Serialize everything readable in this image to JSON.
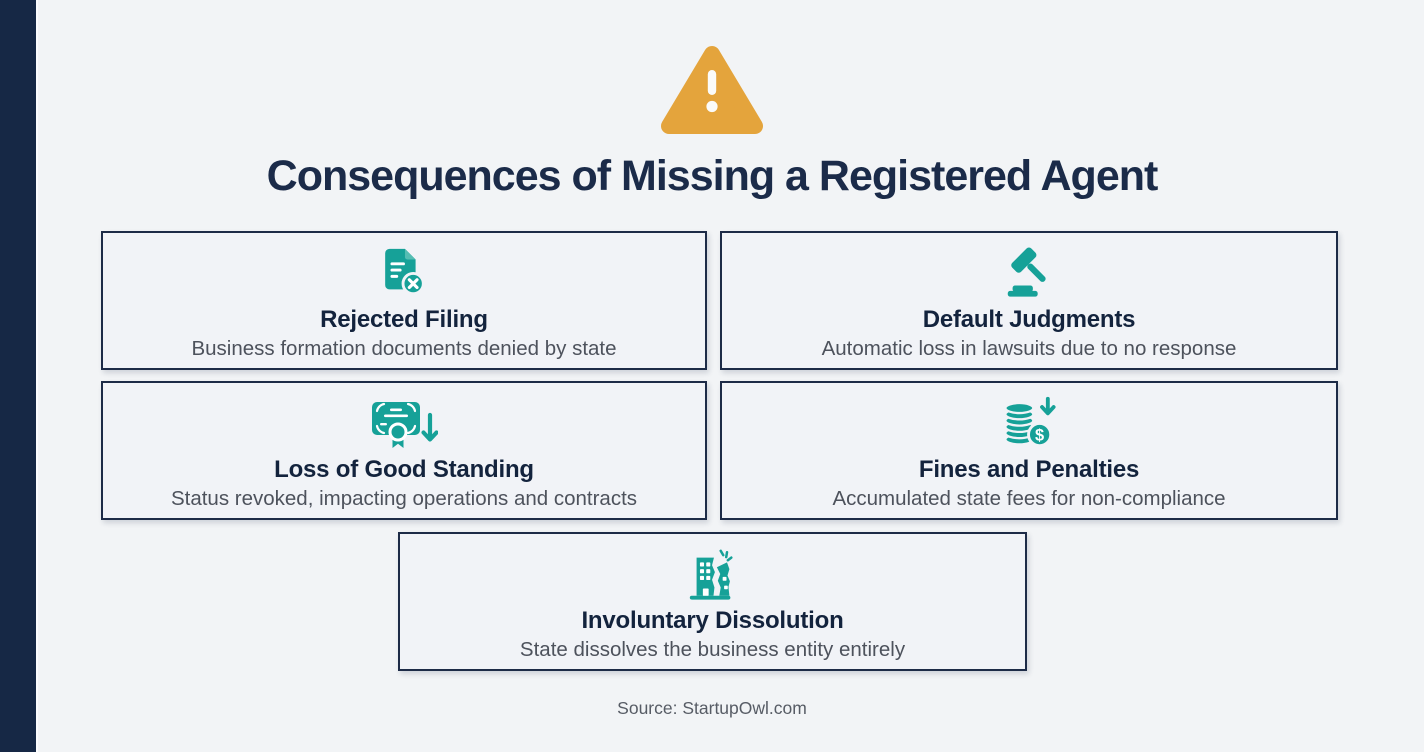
{
  "colors": {
    "background": "#f2f4f6",
    "navy_bar": "#162845",
    "card_border": "#1d2b47",
    "title_navy": "#1b2b49",
    "teal": "#16a198",
    "amber": "#e4a43c",
    "subtitle_gray": "#4d525c"
  },
  "header": {
    "icon": "warning-triangle-icon",
    "title": "Consequences of Missing a Registered Agent"
  },
  "cards": [
    {
      "icon": "rejected-document-icon",
      "title": "Rejected Filing",
      "subtitle": "Business formation documents denied by state"
    },
    {
      "icon": "gavel-icon",
      "title": "Default Judgments",
      "subtitle": "Automatic loss in lawsuits due to no response"
    },
    {
      "icon": "certificate-downgrade-icon",
      "title": "Loss of Good Standing",
      "subtitle": "Status revoked, impacting operations and contracts"
    },
    {
      "icon": "coins-penalty-icon",
      "title": "Fines and Penalties",
      "subtitle": "Accumulated state fees for non-compliance"
    },
    {
      "icon": "collapsing-building-icon",
      "title": "Involuntary Dissolution",
      "subtitle": "State dissolves the business entity entirely"
    }
  ],
  "footer": {
    "source": "Source: StartupOwl.com"
  }
}
